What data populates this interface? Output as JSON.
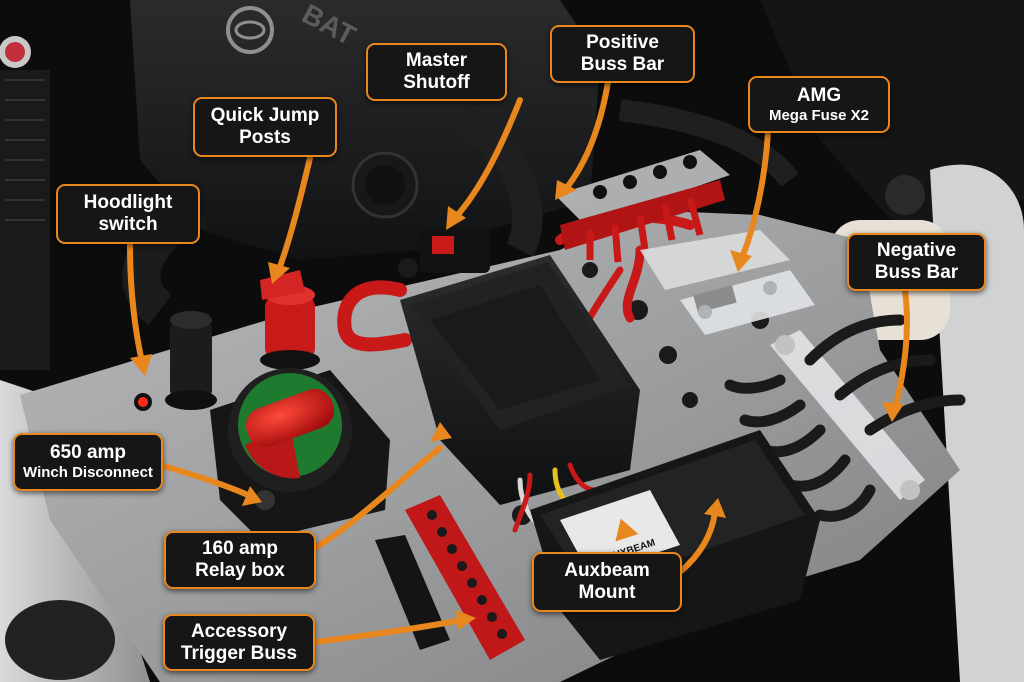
{
  "colors": {
    "accent": "#e8871e",
    "label_bg": "#161616",
    "label_text": "#ffffff",
    "plate": "#a9abad",
    "fuse_red": "#c8181c"
  },
  "engine": {
    "cover_lettering": "BAT"
  },
  "labels": {
    "master_shutoff": {
      "line1": "Master",
      "line2": "Shutoff"
    },
    "positive_buss_bar": {
      "line1": "Positive",
      "line2": "Buss Bar"
    },
    "quick_jump_posts": {
      "line1": "Quick Jump",
      "line2": "Posts"
    },
    "amg_mega_fuse": {
      "line1": "AMG",
      "line2": "Mega Fuse X2"
    },
    "hoodlight_switch": {
      "line1": "Hoodlight",
      "line2": "switch"
    },
    "negative_buss_bar": {
      "line1": "Negative",
      "line2": "Buss Bar"
    },
    "winch_disconnect": {
      "line1": "650 amp",
      "line2": "Winch Disconnect"
    },
    "relay_box": {
      "line1": "160 amp",
      "line2": "Relay box"
    },
    "auxbeam_mount": {
      "line1": "Auxbeam",
      "line2": "Mount"
    },
    "accessory_trigger_buss": {
      "line1": "Accessory",
      "line2": "Trigger Buss"
    }
  },
  "auxbeam_brand": "AUXBEAM"
}
